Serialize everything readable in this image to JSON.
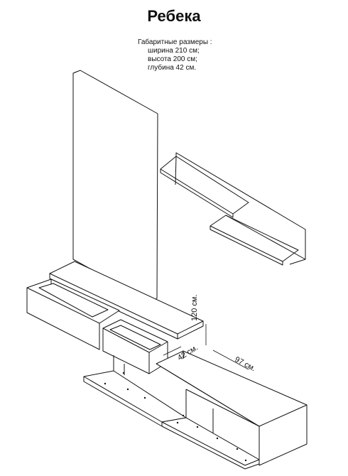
{
  "title": "Ребека",
  "specs": {
    "heading": "Габаритные  размеры :",
    "width": "ширина 210 см;",
    "height": "высота 200 см;",
    "depth": "глубина 42 см."
  },
  "dimensions": {
    "height_label": "120 см.",
    "depth_label": "42 см.",
    "width_label": "97 см."
  }
}
